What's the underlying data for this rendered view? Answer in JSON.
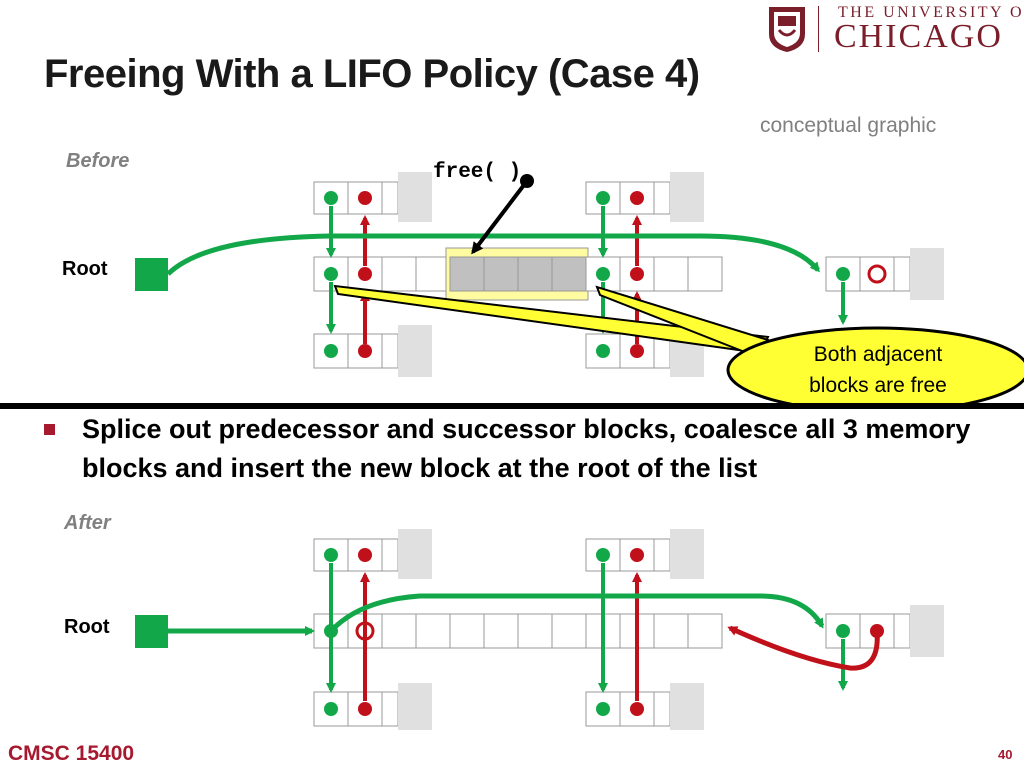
{
  "header": {
    "title": "Freeing With a LIFO Policy (Case 4)",
    "subtitle": "conceptual graphic",
    "logo": {
      "line1": "THE UNIVERSITY OF",
      "line2": "CHICAGO",
      "seal_icon": "university-seal-icon"
    }
  },
  "before": {
    "label": "Before",
    "root_label": "Root",
    "free_call": "free( )",
    "callout": {
      "line1": "Both adjacent",
      "line2": "blocks are free"
    }
  },
  "bullet": {
    "text": "Splice out predecessor and successor blocks, coalesce all 3 memory blocks and insert the new block at the root of the list"
  },
  "after": {
    "label": "After",
    "root_label": "Root"
  },
  "footer": {
    "course": "CMSC 15400",
    "page": "40"
  },
  "colors": {
    "next_pointer": "#12a84a",
    "prev_pointer": "#c0101a",
    "freed_block": "#c0c0c0",
    "freed_highlight": "#fffba0",
    "callout_fill": "#ffff33",
    "accent": "#a6192e",
    "padding_block": "#e0e0e0"
  }
}
